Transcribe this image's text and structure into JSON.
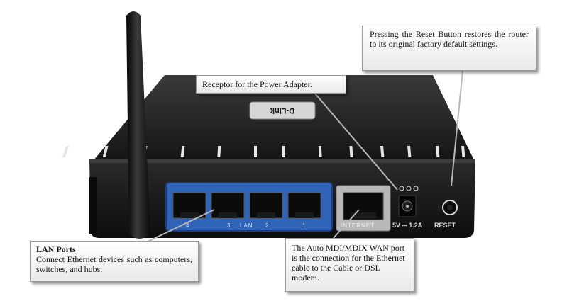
{
  "callouts": {
    "reset": "Pressing the Reset Button restores the router to its original factory default settings.",
    "power": "Receptor for the Power Adapter.",
    "lan_title": "LAN Ports",
    "lan_text": "Connect Ethernet devices such as computers, switches, and hubs.",
    "wan": "The Auto MDI/MDIX WAN port is the connection for the Ethernet cable to the Cable or DSL modem."
  },
  "router": {
    "brand": "D-Link",
    "lan_port_numbers": [
      "4",
      "3",
      "LAN",
      "2",
      "1"
    ],
    "internet_label": "INTERNET",
    "power_rating": "5V ⎓ 1.2A",
    "reset_label": "RESET"
  },
  "colors": {
    "chassis": "#1c1c1c",
    "lan_panel": "#2f64b8",
    "internet_panel": "#b8b8b8",
    "callout_border": "#9a9a9a"
  }
}
